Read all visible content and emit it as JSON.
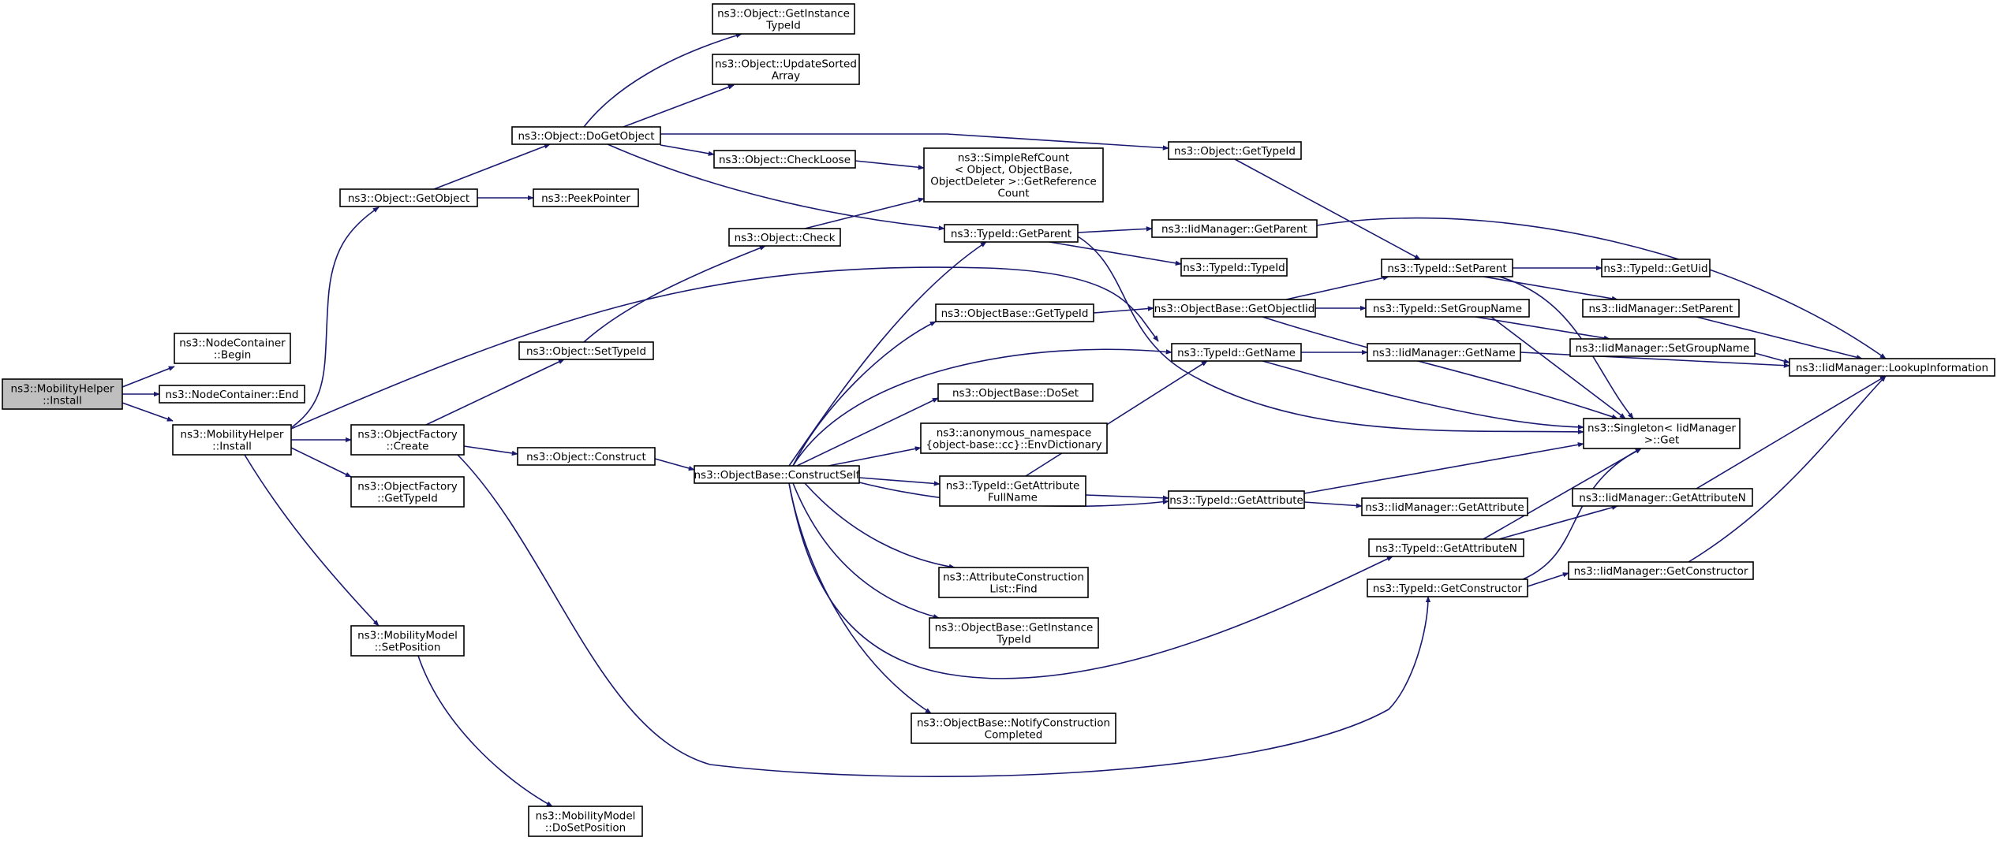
{
  "diagram": {
    "edge_color": "#191970",
    "root_fill": "#bfbfbf",
    "nodes": {
      "mobilityhelper_install_root": [
        "ns3::MobilityHelper",
        "::Install"
      ],
      "nodecontainer_begin": [
        "ns3::NodeContainer",
        "::Begin"
      ],
      "nodecontainer_end": [
        "ns3::NodeContainer::End"
      ],
      "mobilityhelper_install": [
        "ns3::MobilityHelper",
        "::Install"
      ],
      "object_getobject": [
        "ns3::Object::GetObject"
      ],
      "object_dogetobject": [
        "ns3::Object::DoGetObject"
      ],
      "object_getinstancetypeid": [
        "ns3::Object::GetInstance",
        "TypeId"
      ],
      "object_updatesortedarray": [
        "ns3::Object::UpdateSorted",
        "Array"
      ],
      "object_checkloose": [
        "ns3::Object::CheckLoose"
      ],
      "simplerefcount_getreferencecount": [
        "ns3::SimpleRefCount",
        "< Object, ObjectBase,",
        "ObjectDeleter >::GetReference",
        "Count"
      ],
      "object_gettypeid": [
        "ns3::Object::GetTypeId"
      ],
      "peekpointer": [
        "ns3::PeekPointer"
      ],
      "object_check": [
        "ns3::Object::Check"
      ],
      "typeid_getparent": [
        "ns3::TypeId::GetParent"
      ],
      "iidmanager_getparent": [
        "ns3::IidManager::GetParent"
      ],
      "typeid_typeid": [
        "ns3::TypeId::TypeId"
      ],
      "typeid_setparent": [
        "ns3::TypeId::SetParent"
      ],
      "typeid_getuid": [
        "ns3::TypeId::GetUid"
      ],
      "iidmanager_setparent": [
        "ns3::IidManager::SetParent"
      ],
      "objectbase_gettypeid": [
        "ns3::ObjectBase::GetTypeId"
      ],
      "objectbase_getobjectiid": [
        "ns3::ObjectBase::GetObjectIid"
      ],
      "typeid_setgroupname": [
        "ns3::TypeId::SetGroupName"
      ],
      "iidmanager_setgroupname": [
        "ns3::IidManager::SetGroupName"
      ],
      "iidmanager_lookupinformation": [
        "ns3::IidManager::LookupInformation"
      ],
      "object_settypeid": [
        "ns3::Object::SetTypeId"
      ],
      "typeid_getname": [
        "ns3::TypeId::GetName"
      ],
      "iidmanager_getname": [
        "ns3::IidManager::GetName"
      ],
      "objectbase_doset": [
        "ns3::ObjectBase::DoSet"
      ],
      "objectfactory_create": [
        "ns3::ObjectFactory",
        "::Create"
      ],
      "envdictionary": [
        "ns3::anonymous_namespace",
        "{object-base::cc}::EnvDictionary"
      ],
      "singleton_get": [
        "ns3::Singleton< IidManager",
        ">::Get"
      ],
      "object_construct": [
        "ns3::Object::Construct"
      ],
      "objectbase_constructself": [
        "ns3::ObjectBase::ConstructSelf"
      ],
      "typeid_getattributefullname": [
        "ns3::TypeId::GetAttribute",
        "FullName"
      ],
      "objectfactory_gettypeid": [
        "ns3::ObjectFactory",
        "::GetTypeId"
      ],
      "typeid_getattribute": [
        "ns3::TypeId::GetAttribute"
      ],
      "iidmanager_getattribute": [
        "ns3::IidManager::GetAttribute"
      ],
      "iidmanager_getattributen": [
        "ns3::IidManager::GetAttributeN"
      ],
      "typeid_getattributen": [
        "ns3::TypeId::GetAttributeN"
      ],
      "attributeconstructionlist_find": [
        "ns3::AttributeConstruction",
        "List::Find"
      ],
      "typeid_getconstructor": [
        "ns3::TypeId::GetConstructor"
      ],
      "iidmanager_getconstructor": [
        "ns3::IidManager::GetConstructor"
      ],
      "objectbase_getinstancetypeid": [
        "ns3::ObjectBase::GetInstance",
        "TypeId"
      ],
      "mobilitymodel_setposition": [
        "ns3::MobilityModel",
        "::SetPosition"
      ],
      "objectbase_notifyconstructioncompleted": [
        "ns3::ObjectBase::NotifyConstruction",
        "Completed"
      ],
      "mobilitymodel_dosetposition": [
        "ns3::MobilityModel",
        "::DoSetPosition"
      ]
    }
  }
}
